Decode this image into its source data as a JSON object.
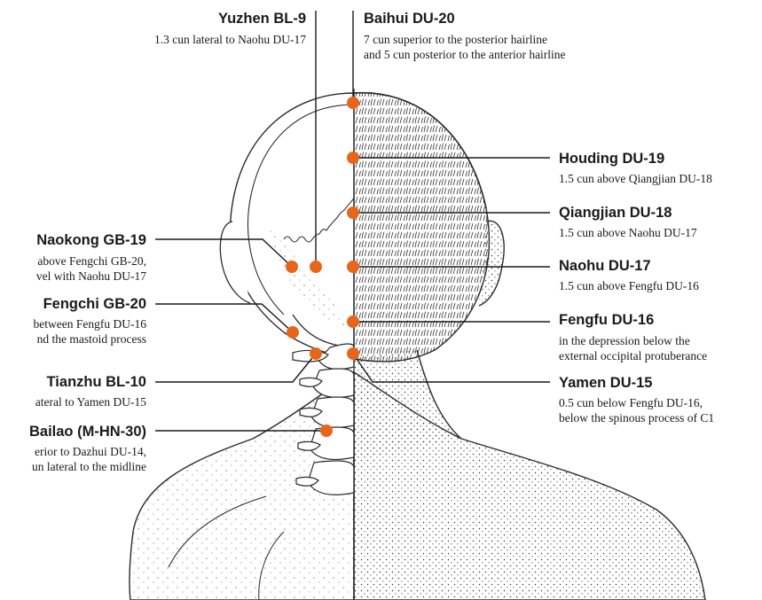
{
  "colors": {
    "point": "#e8661c",
    "leader": "#1a1a1a",
    "ink": "#2b2b2b",
    "skin": "#ffffff"
  },
  "points": [
    {
      "id": "yuzhen",
      "name": "Yuzhen BL-9",
      "desc": [
        "1.3 cun lateral to Naohu DU-17"
      ]
    },
    {
      "id": "baihui",
      "name": "Baihui DU-20",
      "desc": [
        "7 cun superior to the posterior hairline",
        "and 5 cun posterior to the anterior hairline"
      ]
    },
    {
      "id": "houding",
      "name": "Houding DU-19",
      "desc": [
        "1.5 cun above Qiangjian DU-18"
      ]
    },
    {
      "id": "qiangjian",
      "name": "Qiangjian DU-18",
      "desc": [
        "1.5 cun above Naohu DU-17"
      ]
    },
    {
      "id": "naohu",
      "name": "Naohu DU-17",
      "desc": [
        "1.5 cun above Fengfu DU-16"
      ]
    },
    {
      "id": "fengfu",
      "name": "Fengfu DU-16",
      "desc": [
        "in the depression below the",
        "external occipital protuberance"
      ]
    },
    {
      "id": "yamen",
      "name": "Yamen DU-15",
      "desc": [
        "0.5 cun below Fengfu DU-16,",
        "below the spinous process of C1"
      ]
    },
    {
      "id": "naokong",
      "name": "Naokong GB-19",
      "desc": [
        "above Fengchi GB-20,",
        "vel with Naohu DU-17"
      ]
    },
    {
      "id": "fengchi",
      "name": "Fengchi GB-20",
      "desc": [
        "between Fengfu DU-16",
        "nd the mastoid process"
      ]
    },
    {
      "id": "tianzhu",
      "name": "Tianzhu BL-10",
      "desc": [
        "ateral to Yamen DU-15"
      ]
    },
    {
      "id": "bailao",
      "name": "Bailao (M-HN-30)",
      "desc": [
        "erior to Dazhui DU-14,",
        "un lateral to the midline"
      ]
    }
  ]
}
